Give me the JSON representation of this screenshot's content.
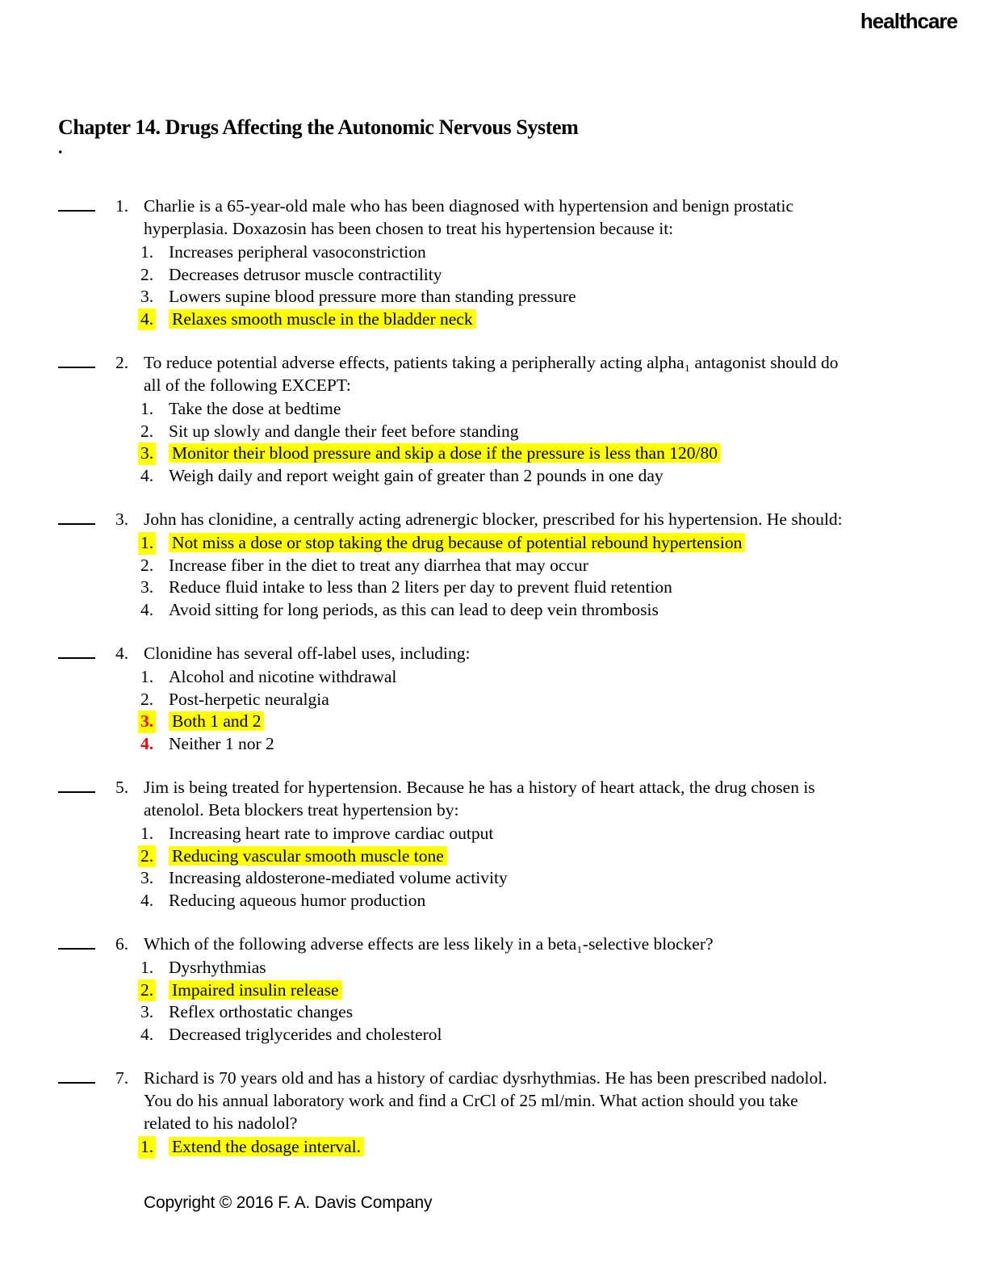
{
  "page": {
    "watermark": "healthcare",
    "title": "Chapter 14. Drugs Affecting the Autonomic Nervous System",
    "stray_dot": ".",
    "footer": "Copyright © 2016 F. A. Davis Company"
  },
  "colors": {
    "highlight": "#ffff00",
    "answer_red": "#ff0000",
    "text": "#000000",
    "background": "#ffffff"
  },
  "questions": [
    {
      "number": "1.",
      "lines": [
        "Charlie is a 65-year-old male who has been diagnosed with hypertension and benign prostatic",
        "hyperplasia. Doxazosin has been chosen to treat his hypertension because it:"
      ],
      "options": [
        {
          "number": "1.",
          "text": "Increases peripheral vasoconstriction",
          "highlighted": false,
          "red_number": false
        },
        {
          "number": "2.",
          "text": "Decreases detrusor muscle contractility",
          "highlighted": false,
          "red_number": false
        },
        {
          "number": "3.",
          "text": "Lowers supine blood pressure more than standing pressure",
          "highlighted": false,
          "red_number": false
        },
        {
          "number": "4.",
          "text": "Relaxes smooth muscle in the bladder neck",
          "highlighted": true,
          "red_number": false
        }
      ]
    },
    {
      "number": "2.",
      "lines": [
        "To reduce potential adverse effects, patients taking a peripherally acting alpha₁ antagonist should do",
        "all of the following EXCEPT:"
      ],
      "options": [
        {
          "number": "1.",
          "text": "Take the dose at bedtime",
          "highlighted": false,
          "red_number": false
        },
        {
          "number": "2.",
          "text": "Sit up slowly and dangle their feet before standing",
          "highlighted": false,
          "red_number": false
        },
        {
          "number": "3.",
          "text": "Monitor their blood pressure and skip a dose if the pressure is less than 120/80",
          "highlighted": true,
          "red_number": false
        },
        {
          "number": "4.",
          "text": "Weigh daily and report weight gain of greater than 2 pounds in one day",
          "highlighted": false,
          "red_number": false
        }
      ]
    },
    {
      "number": "3.",
      "lines": [
        "John has clonidine, a centrally acting adrenergic blocker, prescribed for his hypertension. He should:"
      ],
      "options": [
        {
          "number": "1.",
          "text": "Not miss a dose or stop taking the drug because of potential rebound hypertension",
          "highlighted": true,
          "red_number": false
        },
        {
          "number": "2.",
          "text": "Increase fiber in the diet to treat any diarrhea that may occur",
          "highlighted": false,
          "red_number": false
        },
        {
          "number": "3.",
          "text": "Reduce fluid intake to less than 2 liters per day to prevent fluid retention",
          "highlighted": false,
          "red_number": false
        },
        {
          "number": "4.",
          "text": "Avoid sitting for long periods, as this can lead to deep vein thrombosis",
          "highlighted": false,
          "red_number": false
        }
      ]
    },
    {
      "number": "4.",
      "lines": [
        "Clonidine has several off-label uses, including:"
      ],
      "options": [
        {
          "number": "1.",
          "text": "Alcohol and nicotine withdrawal",
          "highlighted": false,
          "red_number": false
        },
        {
          "number": "2.",
          "text": "Post-herpetic neuralgia",
          "highlighted": false,
          "red_number": false
        },
        {
          "number": "3.",
          "text": "Both 1 and 2",
          "highlighted": true,
          "red_number": true
        },
        {
          "number": "4.",
          "text": "Neither 1 nor 2",
          "highlighted": false,
          "red_number": true
        }
      ]
    },
    {
      "number": "5.",
      "lines": [
        "Jim is being treated for hypertension. Because he has a history of heart attack, the drug chosen is",
        "atenolol. Beta blockers treat hypertension by:"
      ],
      "options": [
        {
          "number": "1.",
          "text": "Increasing heart rate to improve cardiac output",
          "highlighted": false,
          "red_number": false
        },
        {
          "number": "2.",
          "text": "Reducing vascular smooth muscle tone",
          "highlighted": true,
          "red_number": false
        },
        {
          "number": "3.",
          "text": "Increasing aldosterone-mediated volume activity",
          "highlighted": false,
          "red_number": false
        },
        {
          "number": "4.",
          "text": "Reducing aqueous humor production",
          "highlighted": false,
          "red_number": false
        }
      ]
    },
    {
      "number": "6.",
      "lines": [
        "Which of the following adverse effects are less likely in a beta₁-selective blocker?"
      ],
      "options": [
        {
          "number": "1.",
          "text": "Dysrhythmias",
          "highlighted": false,
          "red_number": false
        },
        {
          "number": "2.",
          "text": "Impaired insulin release",
          "highlighted": true,
          "red_number": false
        },
        {
          "number": "3.",
          "text": "Reflex orthostatic changes",
          "highlighted": false,
          "red_number": false
        },
        {
          "number": "4.",
          "text": "Decreased triglycerides and cholesterol",
          "highlighted": false,
          "red_number": false
        }
      ]
    },
    {
      "number": "7.",
      "lines": [
        "Richard is 70 years old and has a history of cardiac dysrhythmias. He has been prescribed nadolol.",
        "You do his annual laboratory work and find a CrCl of 25 ml/min. What action should you take",
        "related to his nadolol?"
      ],
      "options": [
        {
          "number": "1.",
          "text": "Extend the dosage interval.",
          "highlighted": true,
          "red_number": false
        }
      ]
    }
  ]
}
